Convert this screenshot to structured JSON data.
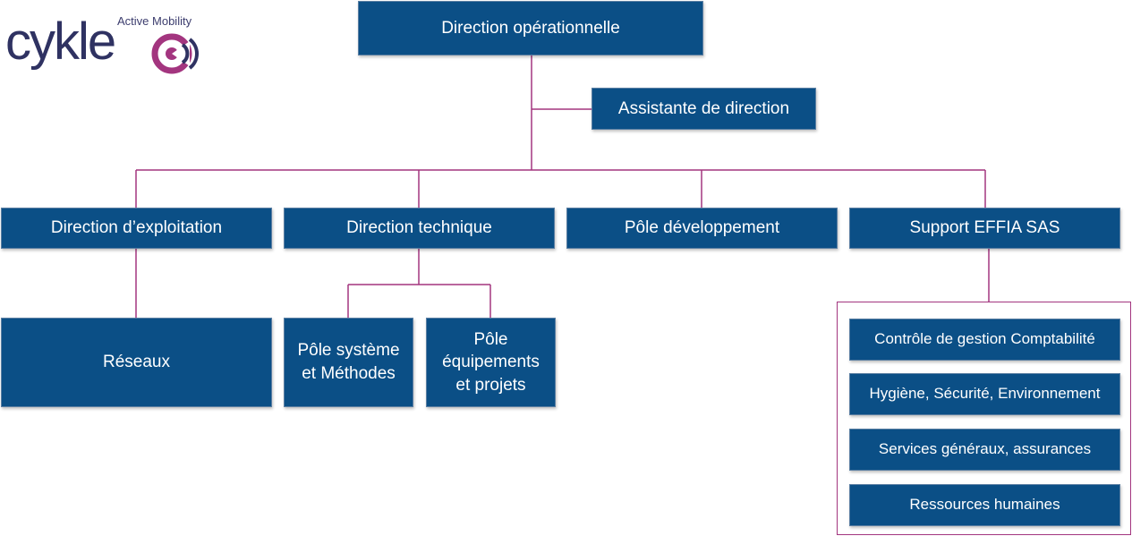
{
  "logo": {
    "wordmark": "cykle",
    "tagline": "Active Mobility",
    "colors": {
      "text": "#2f3262",
      "accent": "#a3357f"
    }
  },
  "colors": {
    "box_fill": "#0b4f86",
    "box_border": "#5b7fa3",
    "connector": "#a3357f",
    "text": "#ffffff"
  },
  "nodes": {
    "root": "Direction opérationnelle",
    "assistant": "Assistante de direction",
    "exploitation": "Direction d’exploitation",
    "technique": "Direction technique",
    "developpement": "Pôle développement",
    "support": "Support EFFIA SAS",
    "reseaux": "Réseaux",
    "systeme": "Pôle système\net Méthodes",
    "equipements": "Pôle\néquipements\net projets",
    "support_items": [
      "Contrôle de gestion Comptabilité",
      "Hygiène, Sécurité, Environnement",
      "Services généraux, assurances",
      "Ressources humaines"
    ]
  }
}
